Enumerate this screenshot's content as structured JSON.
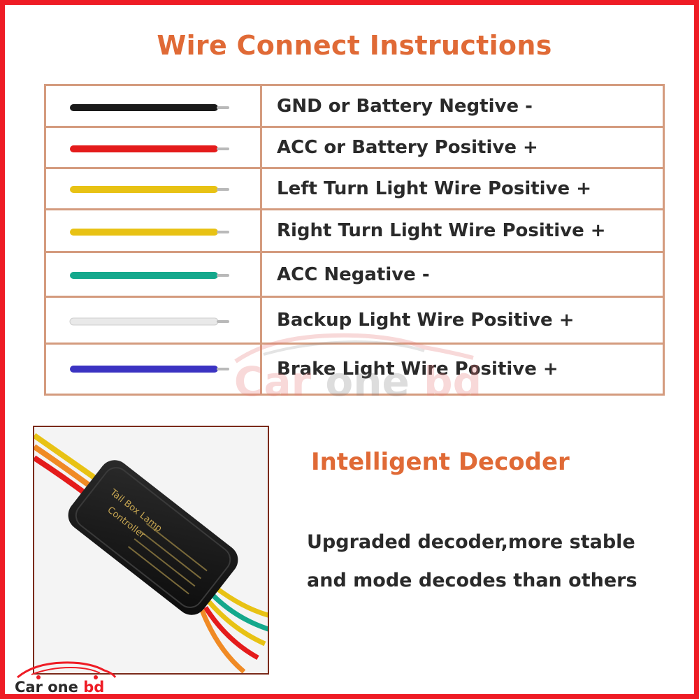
{
  "title": "Wire Connect Instructions",
  "wires": [
    {
      "color": "#1a1a1a",
      "label": "GND or Battery Negtive -"
    },
    {
      "color": "#e41b1b",
      "label": "ACC or Battery Positive +"
    },
    {
      "color": "#e8c214",
      "label": "Left Turn Light Wire Positive +"
    },
    {
      "color": "#e8c214",
      "label": "Right Turn Light Wire Positive +"
    },
    {
      "color": "#14a88c",
      "label": "ACC Negative -"
    },
    {
      "color": "#e9e9e9",
      "label": "Backup Light Wire Positive +"
    },
    {
      "color": "#3b33c2",
      "label": "Brake Light Wire Positive +"
    }
  ],
  "decoder": {
    "heading": "Intelligent Decoder",
    "line1": "Upgraded decoder,more stable",
    "line2": "and mode decodes than others",
    "device_label_line1": "Tail Box Lamp",
    "device_label_line2": "Controller"
  },
  "watermark": {
    "part1": "Car ",
    "part2": "one ",
    "part3": "bd"
  },
  "logo": {
    "part1": "Car one ",
    "part2": "bd"
  },
  "colors": {
    "frame": "#ee1c25",
    "heading": "#e06a36",
    "table_border": "#d49b7e",
    "text": "#2a2a2a"
  }
}
